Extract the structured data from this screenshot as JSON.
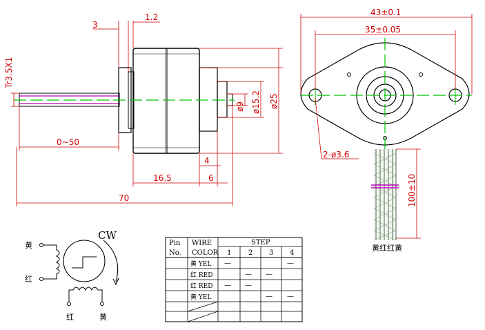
{
  "dimensions": {
    "d_1_2": "1.2",
    "d_3": "3",
    "d_tr": "Tr3.5X1",
    "d_0_50": "0~50",
    "d_70": "70",
    "d_16_5": "16.5",
    "d_4": "4",
    "d_6": "6",
    "d_phi9": "ø9",
    "d_phi15_2": "ø15.2",
    "d_phi25": "ø25",
    "d_43": "43±0.1",
    "d_35": "35±0.05",
    "d_holes": "2-ø3.6",
    "d_100": "100±10"
  },
  "wire_colors_label": "黄红红黄",
  "schematic": {
    "cw": "CW",
    "label_yellow_top": "黄",
    "label_red_left": "红",
    "label_red_bottom": "红",
    "label_yellow_bottom": "黄"
  },
  "table": {
    "header_pin": "Pin",
    "header_no": "No.",
    "header_wire": "WIRE",
    "header_color": "COLOR",
    "header_step": "STEP",
    "steps": [
      "1",
      "2",
      "3",
      "4"
    ],
    "rows": [
      {
        "color": "黄 YEL",
        "marks": [
          "—",
          "",
          "",
          "—"
        ]
      },
      {
        "color": "红 RED",
        "marks": [
          "",
          "—",
          "—",
          ""
        ]
      },
      {
        "color": "红 RED",
        "marks": [
          "—",
          "—",
          "",
          ""
        ]
      },
      {
        "color": "黄 YEL",
        "marks": [
          "",
          "",
          "—",
          "—"
        ]
      }
    ]
  }
}
